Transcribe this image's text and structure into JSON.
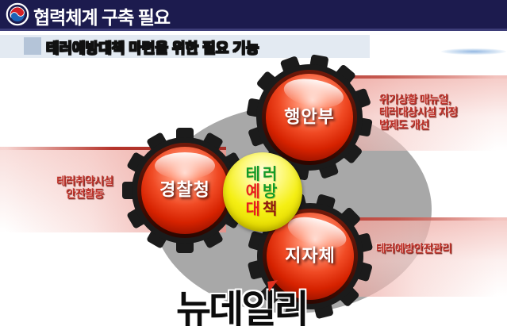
{
  "header": {
    "title": "협력체계 구축 필요"
  },
  "subtitle": {
    "text": "테러예방대책 마련을 위한 필요 기능"
  },
  "diagram": {
    "gears": [
      {
        "id": "haenganbu",
        "label": "행안부"
      },
      {
        "id": "gyeongchalcheong",
        "label": "경찰청"
      },
      {
        "id": "jijache",
        "label": "지자체"
      }
    ],
    "center": {
      "lines": [
        [
          {
            "t": "테",
            "c": "#119a28"
          },
          {
            "t": "러",
            "c": "#119a28"
          }
        ],
        [
          {
            "t": "예",
            "c": "#e81e1e"
          },
          {
            "t": "방",
            "c": "#119a28"
          }
        ],
        [
          {
            "t": "대",
            "c": "#e81e1e"
          },
          {
            "t": "책",
            "c": "#8f1b0e"
          }
        ]
      ]
    },
    "annotations": {
      "top_right": {
        "lines": [
          "위기상황 매뉴얼,",
          "테러대상시설 지정",
          "법제도 개선"
        ]
      },
      "left": {
        "lines": [
          "테러취약시설",
          "안전활동"
        ]
      },
      "bottom_right": {
        "lines": [
          "테러예방안전관리"
        ]
      }
    }
  },
  "watermark": {
    "text": "뉴데일리"
  },
  "colors": {
    "header_navy": "#1c1b4e",
    "subtitle_bar": "#e3eaf2",
    "subtitle_yellow": "#ffe600",
    "band_red_line": "#b5342b",
    "band_pink": "#e8928a",
    "gear_black": "#1b1b1b",
    "ball_red": "#d62200",
    "center_yellow": "#f5ef14",
    "gray_ellipse": "#a8a8a8",
    "annotation_red": "#c0332b",
    "taegeuk_red": "#d21f26",
    "taegeuk_blue": "#1c63b7"
  }
}
